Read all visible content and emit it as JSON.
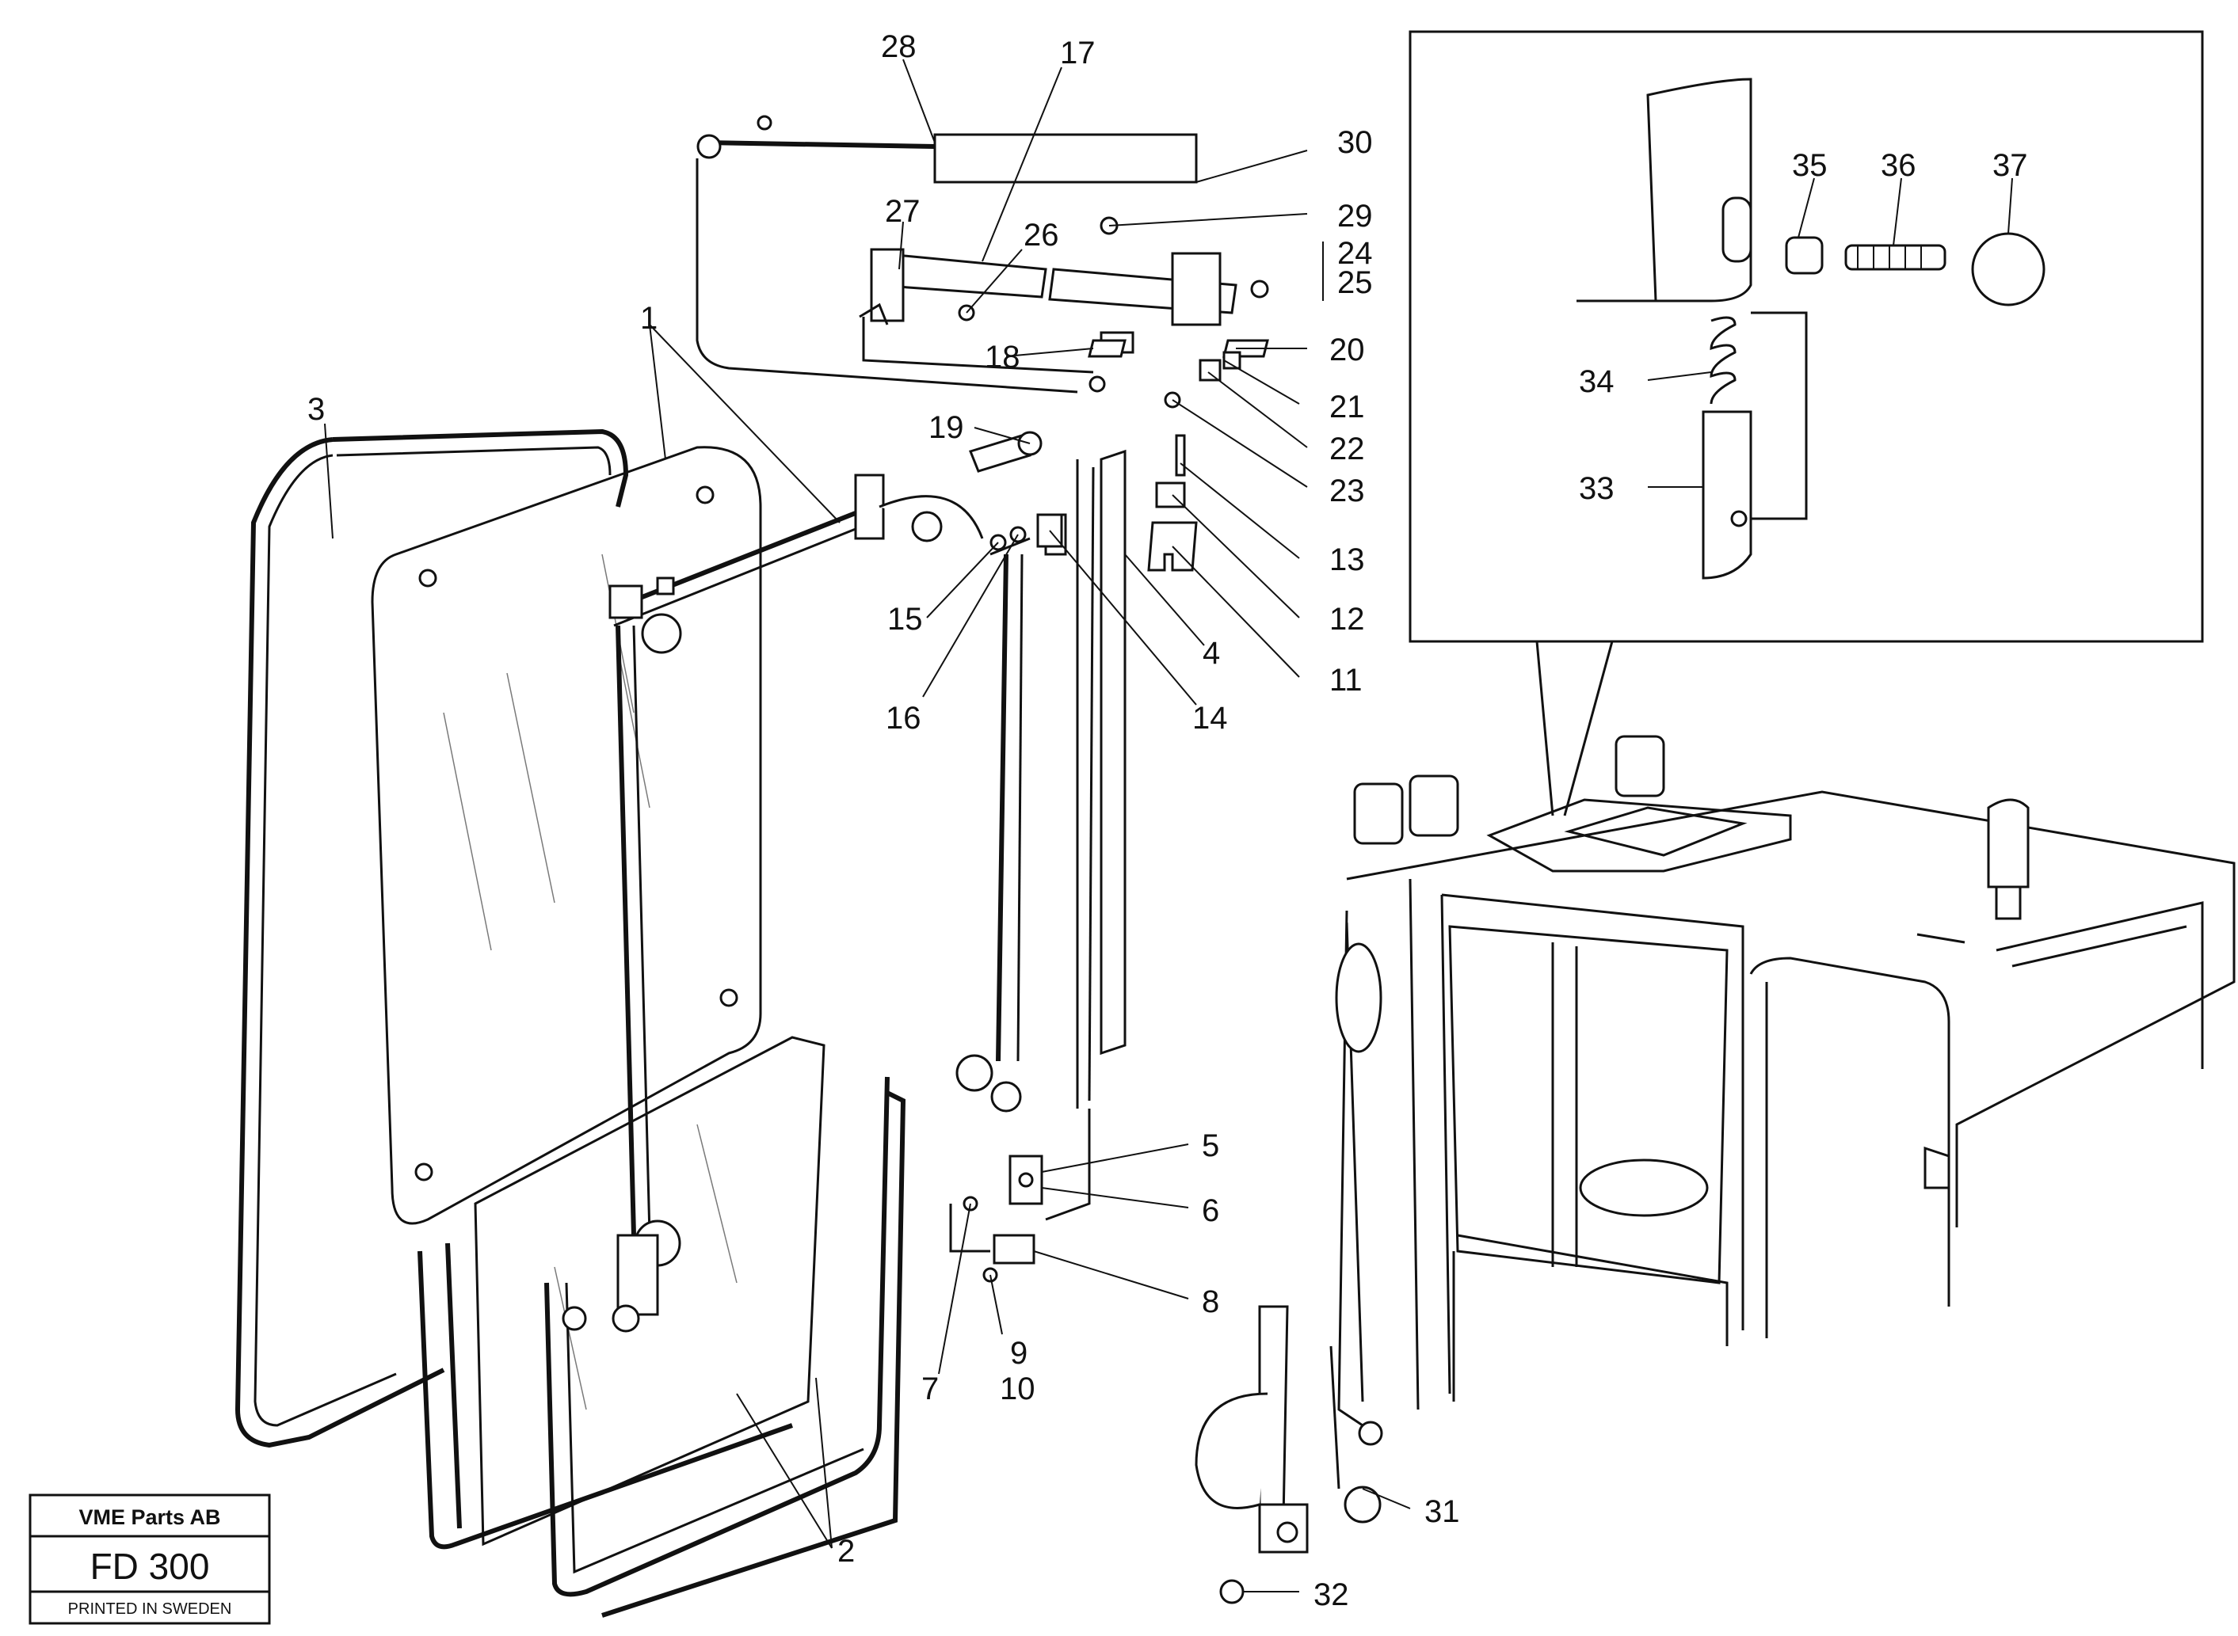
{
  "labels": {
    "p1": "1",
    "p2": "2",
    "p3": "3",
    "p4": "4",
    "p5": "5",
    "p6": "6",
    "p7": "7",
    "p8": "8",
    "p9": "9",
    "p10": "10",
    "p11": "11",
    "p12": "12",
    "p13": "13",
    "p14": "14",
    "p15": "15",
    "p16": "16",
    "p17": "17",
    "p18": "18",
    "p19": "19",
    "p20": "20",
    "p21": "21",
    "p22": "22",
    "p23": "23",
    "p24": "24",
    "p25": "25",
    "p26": "26",
    "p27": "27",
    "p28": "28",
    "p29": "29",
    "p30": "30",
    "p31": "31",
    "p32": "32",
    "p33": "33",
    "p34": "34",
    "p35": "35",
    "p36": "36",
    "p37": "37"
  },
  "title_block": {
    "company": "VME Parts AB",
    "code": "FD 300",
    "footer": "PRINTED IN SWEDEN"
  }
}
